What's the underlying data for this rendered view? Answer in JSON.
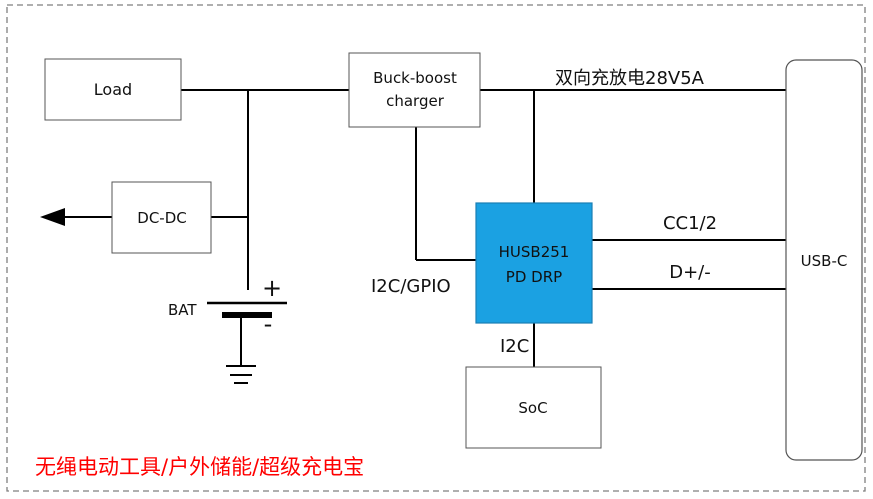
{
  "diagram": {
    "blocks": {
      "load": "Load",
      "charger_line1": "Buck-boost",
      "charger_line2": "charger",
      "dcdc": "DC-DC",
      "pd_line1": "HUSB251",
      "pd_line2": "PD DRP",
      "soc": "SoC",
      "usbc": "USB-C"
    },
    "labels": {
      "bidirectional": "双向充放电28V5A",
      "cc": "CC1/2",
      "dplus": "D+/-",
      "i2c_gpio": "I2C/GPIO",
      "i2c": "I2C",
      "bat": "BAT",
      "plus": "+",
      "minus": "-",
      "applications": "无绳电动工具/户外储能/超级充电宝"
    },
    "colors": {
      "pd_fill": "#1ba1e2",
      "app_text": "#ff0000",
      "line": "#000000",
      "box_border": "#555555",
      "dash_border": "#7f7f7f"
    }
  }
}
